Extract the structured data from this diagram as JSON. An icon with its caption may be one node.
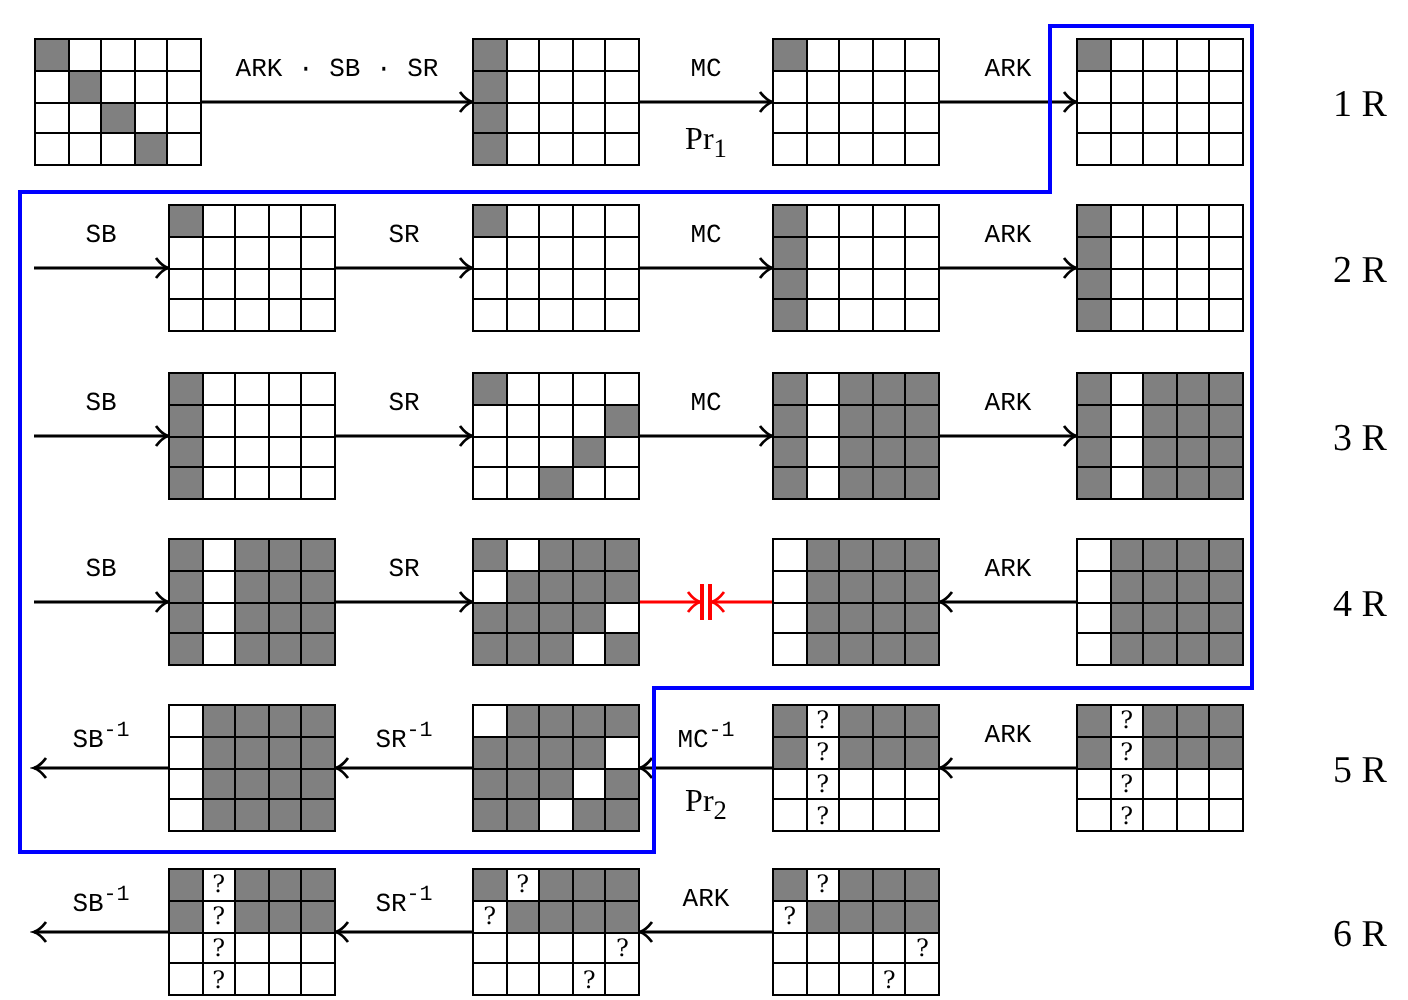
{
  "diagram": {
    "nodes": [
      {
        "text": [],
        "shape": "region"
      },
      {
        "text": [],
        "shape": "grid"
      },
      {
        "text": [],
        "shape": "grid"
      },
      {
        "text": [],
        "shape": "grid"
      },
      {
        "text": [],
        "shape": "grid",
        "in": 0
      },
      {
        "text": [],
        "shape": "grid",
        "in": 0
      },
      {
        "text": [],
        "shape": "grid",
        "in": 0
      },
      {
        "text": [],
        "shape": "grid",
        "in": 0
      },
      {
        "text": [],
        "shape": "grid",
        "in": 0
      },
      {
        "text": [],
        "shape": "grid",
        "in": 0
      },
      {
        "text": [],
        "shape": "grid",
        "in": 0
      },
      {
        "text": [],
        "shape": "grid",
        "in": 0
      },
      {
        "text": [],
        "shape": "grid",
        "in": 0
      },
      {
        "text": [],
        "shape": "grid",
        "in": 0
      },
      {
        "text": [],
        "shape": "grid",
        "in": 0
      },
      {
        "text": [],
        "shape": "bar",
        "in": 0
      },
      {
        "text": [],
        "shape": "grid",
        "in": 0
      },
      {
        "text": [],
        "shape": "grid",
        "in": 0
      },
      {
        "text": [],
        "shape": "grid",
        "in": 0
      },
      {
        "text": [],
        "shape": "grid",
        "in": 0
      },
      {
        "text": [
          "?",
          "?",
          "?",
          "?"
        ]
      },
      {
        "text": [
          "?",
          "?",
          "?",
          "?"
        ]
      },
      {
        "text": [
          "?",
          "?",
          "?",
          "?"
        ]
      },
      {
        "text": [
          "?",
          "?",
          "?",
          "?"
        ]
      },
      {
        "text": [
          "?",
          "?",
          "?",
          "?"
        ]
      }
    ],
    "edges": [
      {
        "from": 1,
        "to": 2,
        "arrow": "to",
        "label": "ARK · SB · SR"
      },
      {
        "from": 2,
        "to": 3,
        "arrow": "to",
        "label": "MC"
      },
      {
        "from": 3,
        "to": 4,
        "arrow": "to",
        "label": "ARK"
      },
      {
        "from": null,
        "to": 5,
        "arrow": "to",
        "label": "SB"
      },
      {
        "from": 5,
        "to": 6,
        "arrow": "to",
        "label": "SR"
      },
      {
        "from": 6,
        "to": 7,
        "arrow": "to",
        "label": "MC"
      },
      {
        "from": 7,
        "to": 8,
        "arrow": "to",
        "label": "ARK"
      },
      {
        "from": null,
        "to": 9,
        "arrow": "to",
        "label": "SB"
      },
      {
        "from": 9,
        "to": 10,
        "arrow": "to",
        "label": "SR"
      },
      {
        "from": 10,
        "to": 11,
        "arrow": "to",
        "label": "MC"
      },
      {
        "from": 11,
        "to": 12,
        "arrow": "to",
        "label": "ARK"
      },
      {
        "from": null,
        "to": 13,
        "arrow": "to",
        "label": "SB"
      },
      {
        "from": 13,
        "to": 14,
        "arrow": "to",
        "label": "SR"
      },
      {
        "from": 14,
        "to": 15,
        "arrow": "to",
        "color": "#ff0000"
      },
      {
        "from": 16,
        "to": 15,
        "arrow": "to",
        "color": "#ff0000"
      },
      {
        "from": 17,
        "to": 16,
        "arrow": "to",
        "label": "ARK"
      },
      {
        "from": 21,
        "to": 20,
        "arrow": "to",
        "label": "ARK"
      },
      {
        "from": 20,
        "to": 19,
        "arrow": "to",
        "label": "MC$^{-1}$"
      },
      {
        "from": 19,
        "to": 18,
        "arrow": "to",
        "label": "SR$^{-1}$"
      },
      {
        "from": 18,
        "to": null,
        "arrow": "to",
        "label": "SB$^{-1}$"
      },
      {
        "from": 24,
        "to": 23,
        "arrow": "to",
        "label": "ARK"
      },
      {
        "from": 23,
        "to": 22,
        "arrow": "to",
        "label": "SR$^{-1}$"
      },
      {
        "from": 22,
        "to": null,
        "arrow": "to",
        "label": "SB$^{-1}$"
      }
    ],
    "labels": [
      "1 R",
      "Pr$_{1}$",
      "2 R",
      "3 R",
      "4 R",
      "5 R",
      "Pr$_{2}$",
      "6 R"
    ]
  }
}
